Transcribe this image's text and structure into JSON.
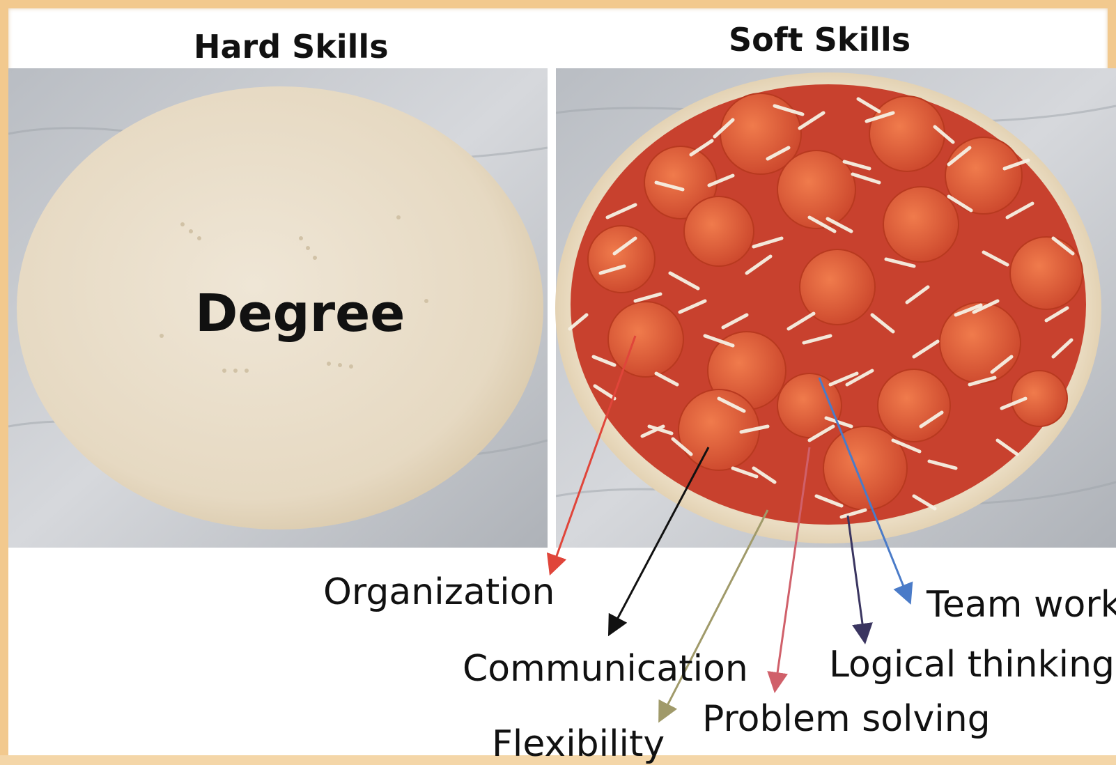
{
  "headings": {
    "hard": "Hard Skills",
    "soft": "Soft Skills"
  },
  "base_label": "Degree",
  "labels": {
    "organization": "Organization",
    "communication": "Communication",
    "flexibility": "Flexibility",
    "problem_solving": "Problem solving",
    "logical_thinking": "Logical thinking",
    "team_work": "Team work"
  },
  "colors": {
    "organization_arrow": "#e0453a",
    "communication_arrow": "#111111",
    "flexibility_arrow": "#a09a6a",
    "problem_solving_arrow": "#d0606a",
    "logical_thinking_arrow": "#3a3560",
    "team_work_arrow": "#4a7bc8"
  }
}
